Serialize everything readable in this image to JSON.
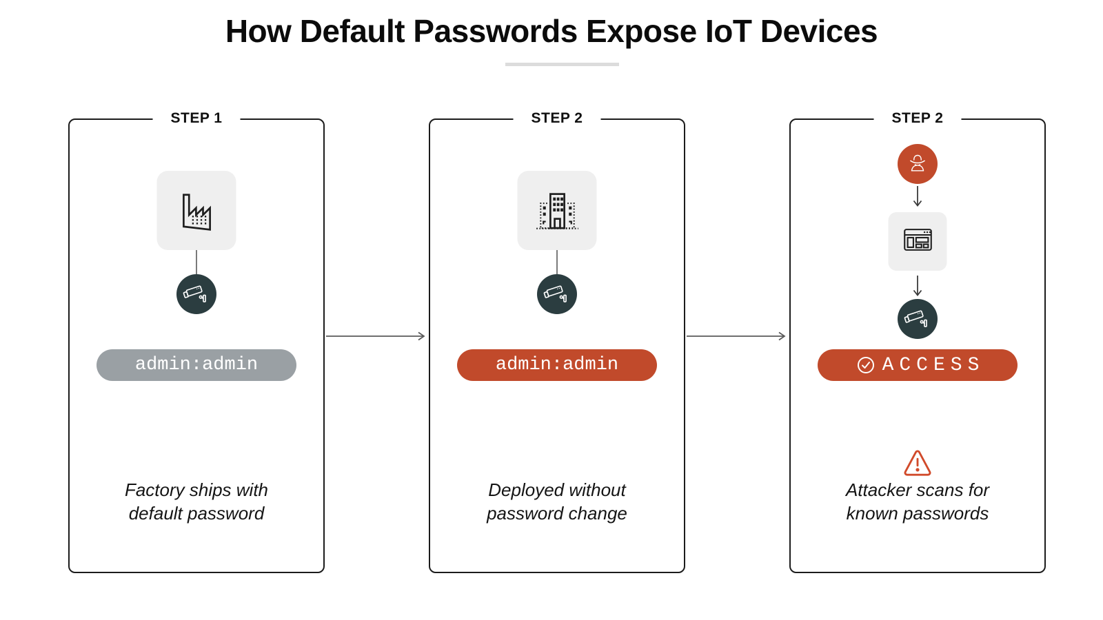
{
  "title": "How Default Passwords Expose IoT Devices",
  "colors": {
    "accent_red": "#c14a2b",
    "device_circle_teal": "#2b3d40",
    "gray_badge": "#9aa0a4",
    "icon_tile_bg": "#efefef",
    "panel_border": "#1b1b1b",
    "title_rule": "#dcdcdc"
  },
  "steps": [
    {
      "label": "STEP 1",
      "main_icon": "factory-icon",
      "device_icon": "cctv-camera-icon",
      "badge": "admin:admin",
      "caption": [
        "Factory ships with",
        "default password"
      ]
    },
    {
      "label": "STEP 2",
      "main_icon": "office-building-icon",
      "device_icon": "cctv-camera-icon",
      "badge": "admin:admin",
      "caption": [
        "Deployed without",
        "password change"
      ]
    },
    {
      "label": "STEP 2",
      "attacker_icon": "spy-attacker-icon",
      "scanner_icon": "browser-window-icon",
      "device_icon": "cctv-camera-icon",
      "badge": "ACCESS",
      "badge_icon": "check-circle-icon",
      "warning_icon": "warning-triangle-icon",
      "caption": [
        "Attacker scans for",
        "known passwords"
      ]
    }
  ]
}
